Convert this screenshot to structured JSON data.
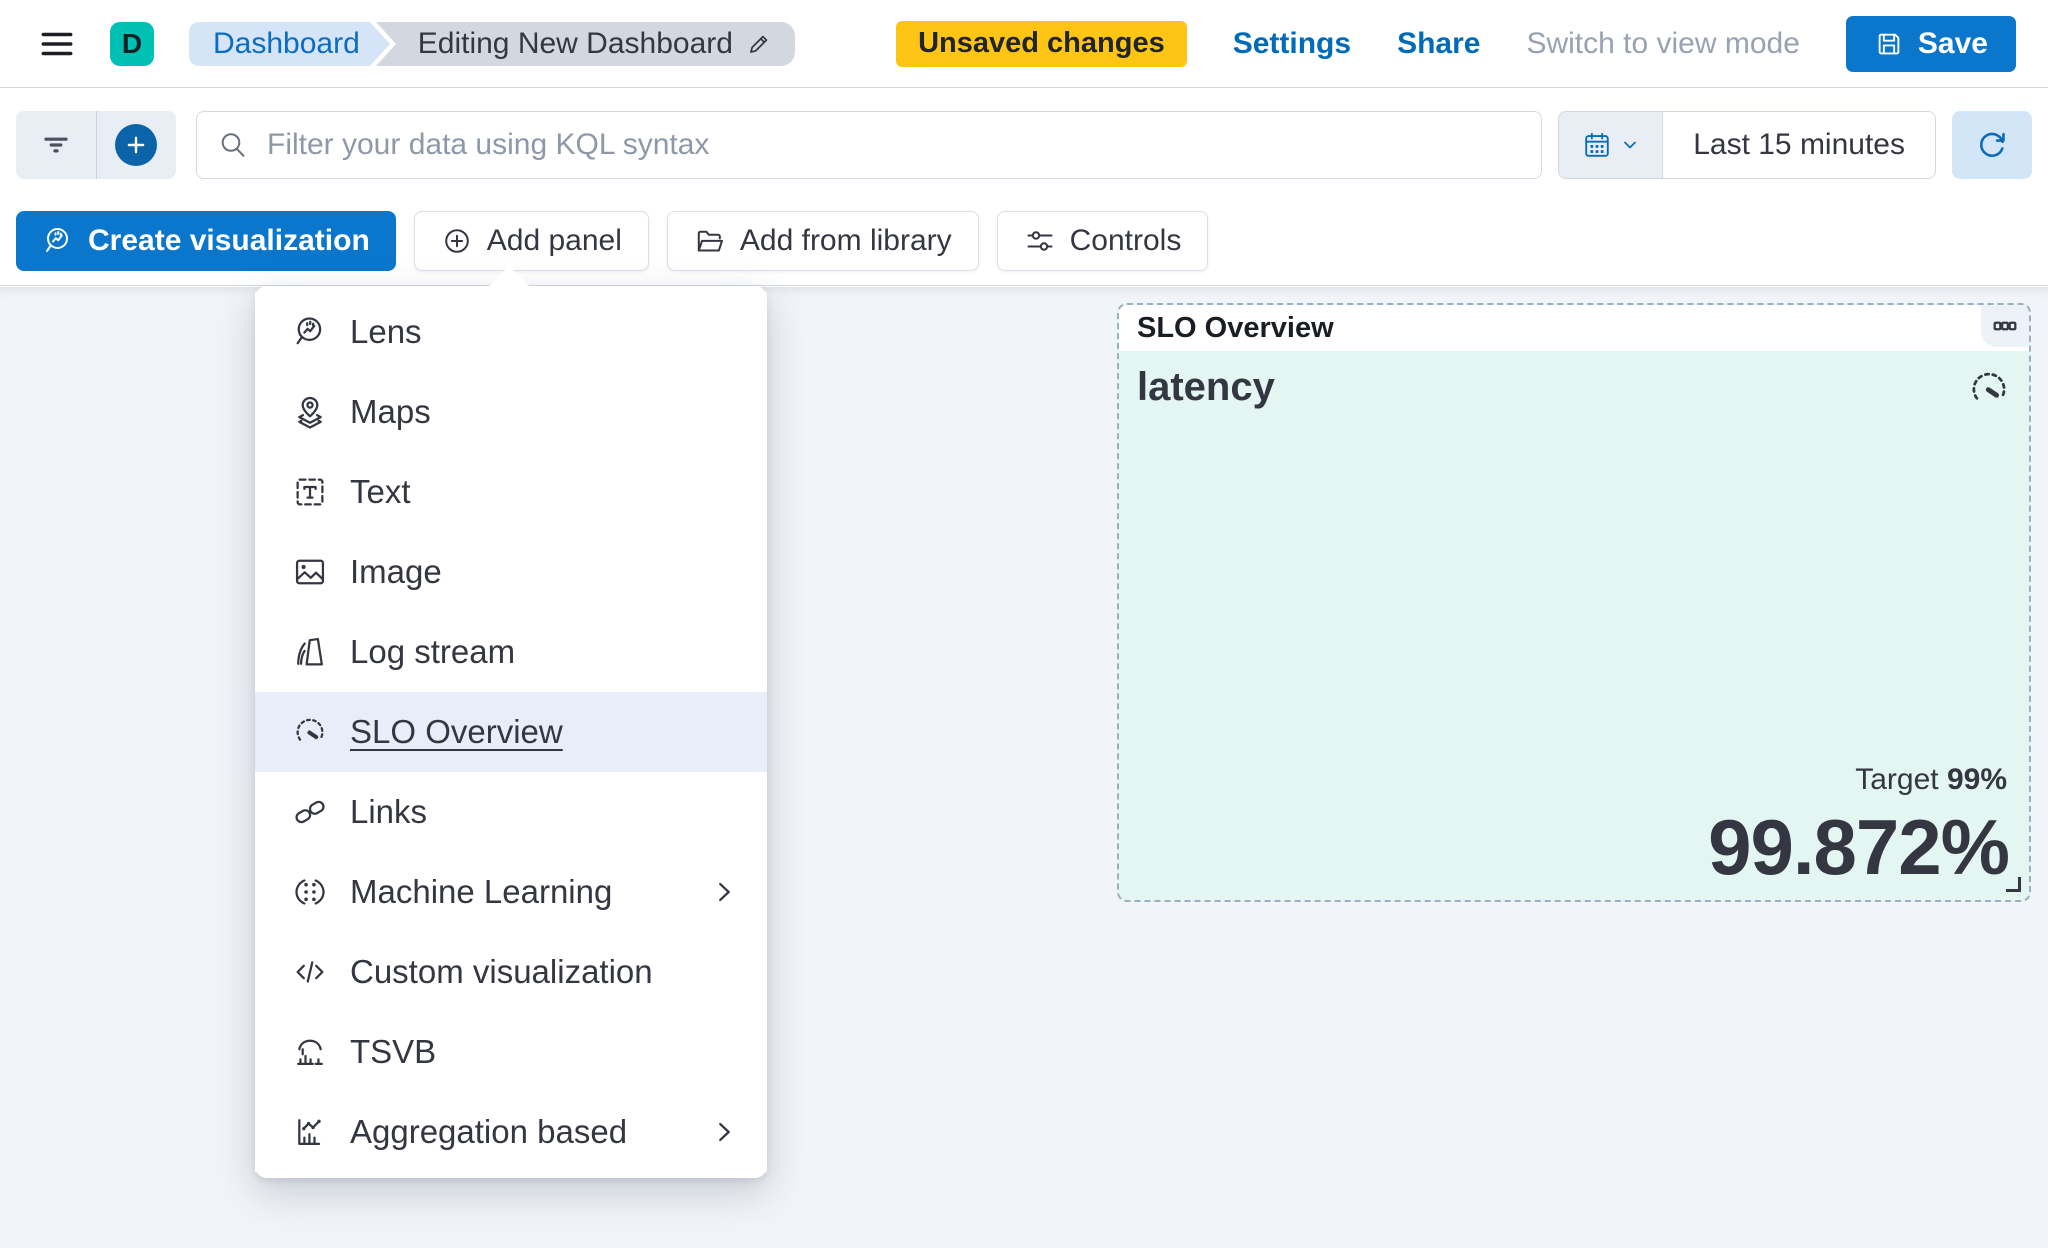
{
  "colors": {
    "accent_blue": "#0b77cc",
    "link_blue": "#006bb8",
    "warning_yellow": "#fec514",
    "logo_teal": "#00bfb3",
    "panel_mint": "#e3f6f2",
    "menu_highlight": "#e8eef8",
    "text_dark": "#343741",
    "muted_gray": "#98a2b3"
  },
  "header": {
    "logo_letter": "D",
    "breadcrumbs": {
      "first": "Dashboard",
      "current": "Editing New Dashboard"
    },
    "unsaved_badge": "Unsaved changes",
    "settings_label": "Settings",
    "share_label": "Share",
    "view_mode_label": "Switch to view mode",
    "save_label": "Save"
  },
  "query_bar": {
    "placeholder": "Filter your data using KQL syntax",
    "time_range": "Last 15 minutes"
  },
  "toolbar": {
    "create_visualization_label": "Create visualization",
    "add_panel_label": "Add panel",
    "add_from_library_label": "Add from library",
    "controls_label": "Controls"
  },
  "add_panel_menu": {
    "items": [
      {
        "label": "Lens",
        "icon": "lens-icon"
      },
      {
        "label": "Maps",
        "icon": "maps-icon"
      },
      {
        "label": "Text",
        "icon": "text-icon"
      },
      {
        "label": "Image",
        "icon": "image-icon"
      },
      {
        "label": "Log stream",
        "icon": "log-stream-icon"
      },
      {
        "label": "SLO Overview",
        "icon": "slo-gauge-icon",
        "highlighted": true
      },
      {
        "label": "Links",
        "icon": "link-icon"
      },
      {
        "label": "Machine Learning",
        "icon": "machine-learning-icon",
        "has_submenu": true
      },
      {
        "label": "Custom visualization",
        "icon": "code-icon"
      },
      {
        "label": "TSVB",
        "icon": "tsvb-icon"
      },
      {
        "label": "Aggregation based",
        "icon": "aggregation-chart-icon",
        "has_submenu": true
      }
    ]
  },
  "slo_panel": {
    "title": "SLO Overview",
    "metric_name": "latency",
    "target_label": "Target",
    "target_value": "99%",
    "value": "99.872%"
  }
}
